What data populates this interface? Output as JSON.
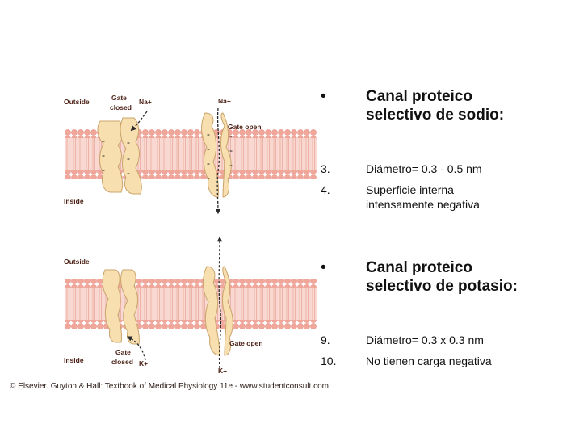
{
  "figure": {
    "na_channel": {
      "outside": "Outside",
      "inside": "Inside",
      "gate_closed": [
        "Gate",
        "closed"
      ],
      "ion_closed": "Na+",
      "ion_open": "Na+",
      "gate_open": "Gate open"
    },
    "k_channel": {
      "outside": "Outside",
      "inside": "Inside",
      "gate_closed": [
        "Gate",
        "closed"
      ],
      "ion_closed": "K+",
      "ion_open": "K+",
      "gate_open": "Gate open"
    },
    "credit": "© Elsevier. Guyton & Hall: Textbook of Medical Physiology 11e - www.studentconsult.com"
  },
  "bullets": [
    {
      "marker": "•",
      "lines": [
        "Canal proteico",
        "selectivo de sodio:"
      ]
    },
    {
      "marker": "3.",
      "lines": [
        "Diámetro= 0.3 - 0.5 nm"
      ]
    },
    {
      "marker": "4.",
      "lines": [
        "Superficie interna",
        "intensamente negativa"
      ]
    },
    {
      "marker": "•",
      "lines": [
        "Canal proteico",
        "selectivo de potasio:"
      ]
    },
    {
      "marker": "9.",
      "lines": [
        "Diámetro= 0.3 x 0.3 nm"
      ]
    },
    {
      "marker": "10.",
      "lines": [
        "No tienen carga negativa"
      ]
    }
  ],
  "colors": {
    "membrane_head": "#f0a79a",
    "membrane_tail": "#f6cfc6",
    "channel_protein": "#f7dfb0",
    "label_text": "#4a1f14"
  }
}
